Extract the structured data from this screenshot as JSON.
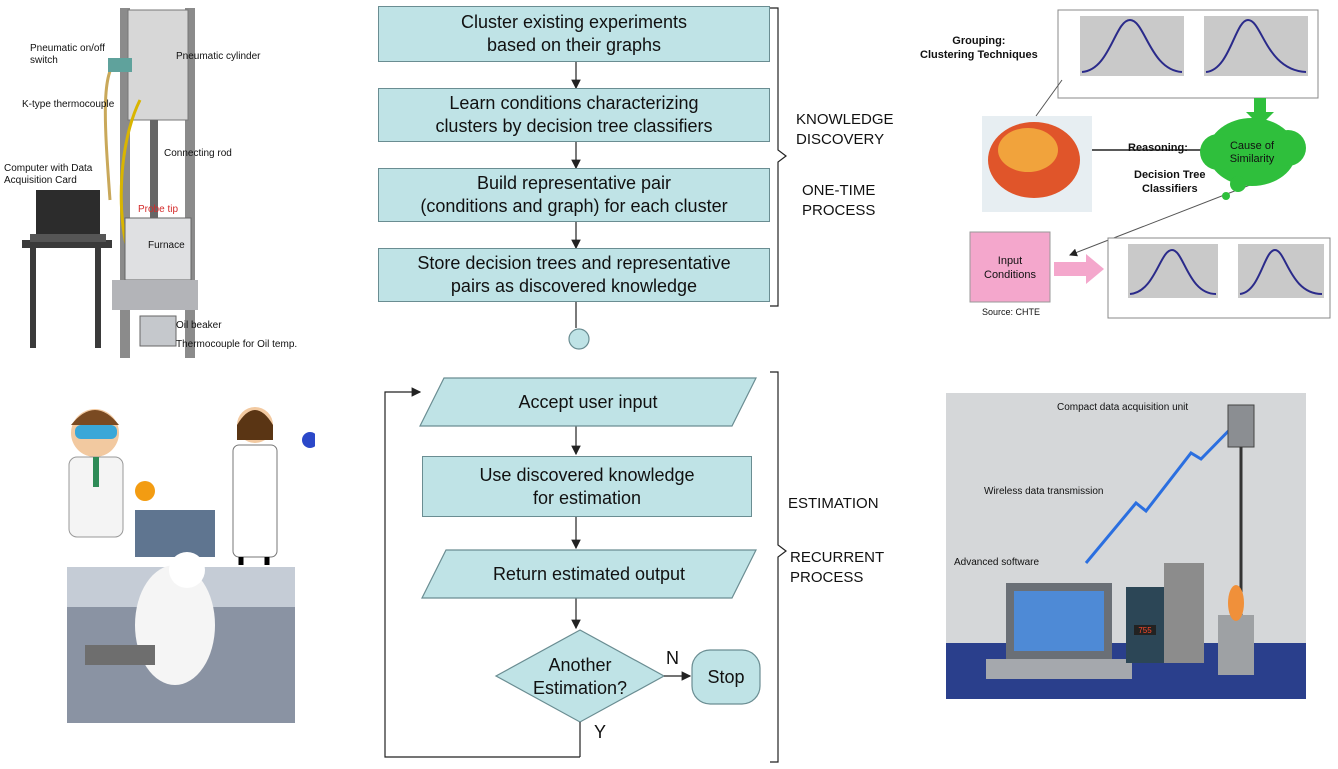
{
  "flow": {
    "steps": [
      "Cluster existing experiments\nbased on their graphs",
      "Learn conditions characterizing\nclusters by decision tree classifiers",
      "Build representative pair\n(conditions and graph) for each cluster",
      "Store decision trees and representative\npairs as discovered knowledge"
    ],
    "accept": "Accept user input",
    "use": "Use discovered knowledge\nfor estimation",
    "return": "Return estimated output",
    "decision": "Another\nEstimation?",
    "stop": "Stop",
    "no": "N",
    "yes": "Y"
  },
  "phases": {
    "knowledge": "KNOWLEDGE\nDISCOVERY",
    "onetime": "ONE-TIME\nPROCESS",
    "estimation": "ESTIMATION",
    "recurrent": "RECURRENT\nPROCESS"
  },
  "apparatus": {
    "switch": "Pneumatic on/off\nswitch",
    "cylinder": "Pneumatic cylinder",
    "thermocouple": "K-type thermocouple",
    "rod": "Connecting rod",
    "computer": "Computer with Data\nAcquisition Card",
    "probe": "Probe tip",
    "furnace": "Furnace",
    "beaker": "Oil beaker",
    "oil_tc": "Thermocouple for Oil temp."
  },
  "concept": {
    "grouping": "Grouping:\nClustering Techniques",
    "reasoning": "Reasoning:",
    "cause": "Cause of\nSimilarity",
    "dtc": "Decision Tree\nClassifiers",
    "input": "Input\nConditions",
    "source": "Source: CHTE"
  },
  "wireless": {
    "unit": "Compact data acquisition unit",
    "transmission": "Wireless data transmission",
    "software": "Advanced software",
    "display": "755"
  },
  "colors": {
    "box_fill": "#bfe3e6",
    "box_border": "#6a8d92",
    "input_box": "#f4a7cc",
    "cloud": "#2fbf3c",
    "probe_red": "#d42a2a"
  }
}
